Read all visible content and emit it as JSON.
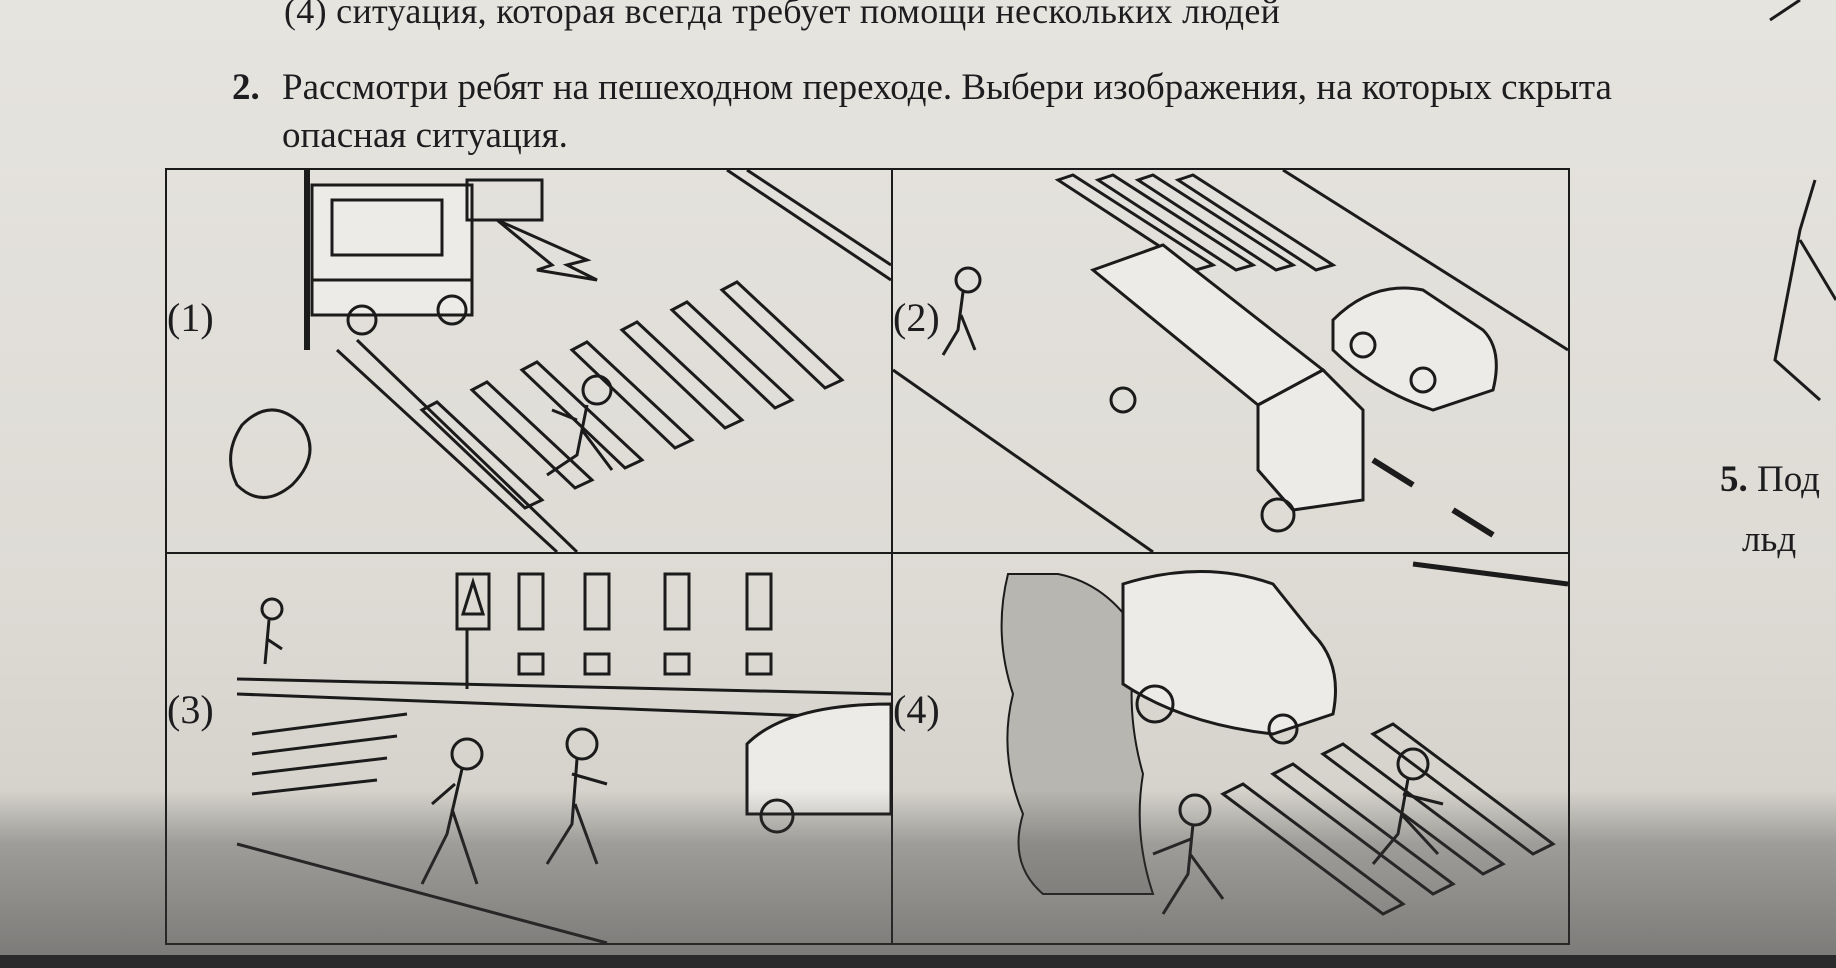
{
  "previous_item": "(4) ситуация, которая всегда требует помощи нескольких людей",
  "task": {
    "number": "2.",
    "text": "Рассмотри ребят на пешеходном переходе. Выбери изображения, на которых скрыта опасная ситуация."
  },
  "panels": [
    {
      "label": "(1)",
      "icon": "truck-and-child-crossing-picture"
    },
    {
      "label": "(2)",
      "icon": "truck-hiding-pedestrian-picture"
    },
    {
      "label": "(3)",
      "icon": "children-near-crosswalk-picture"
    },
    {
      "label": "(4)",
      "icon": "car-behind-bushes-picture"
    }
  ],
  "side_task": {
    "number": "5.",
    "line1": "Под",
    "line2": "льд"
  }
}
